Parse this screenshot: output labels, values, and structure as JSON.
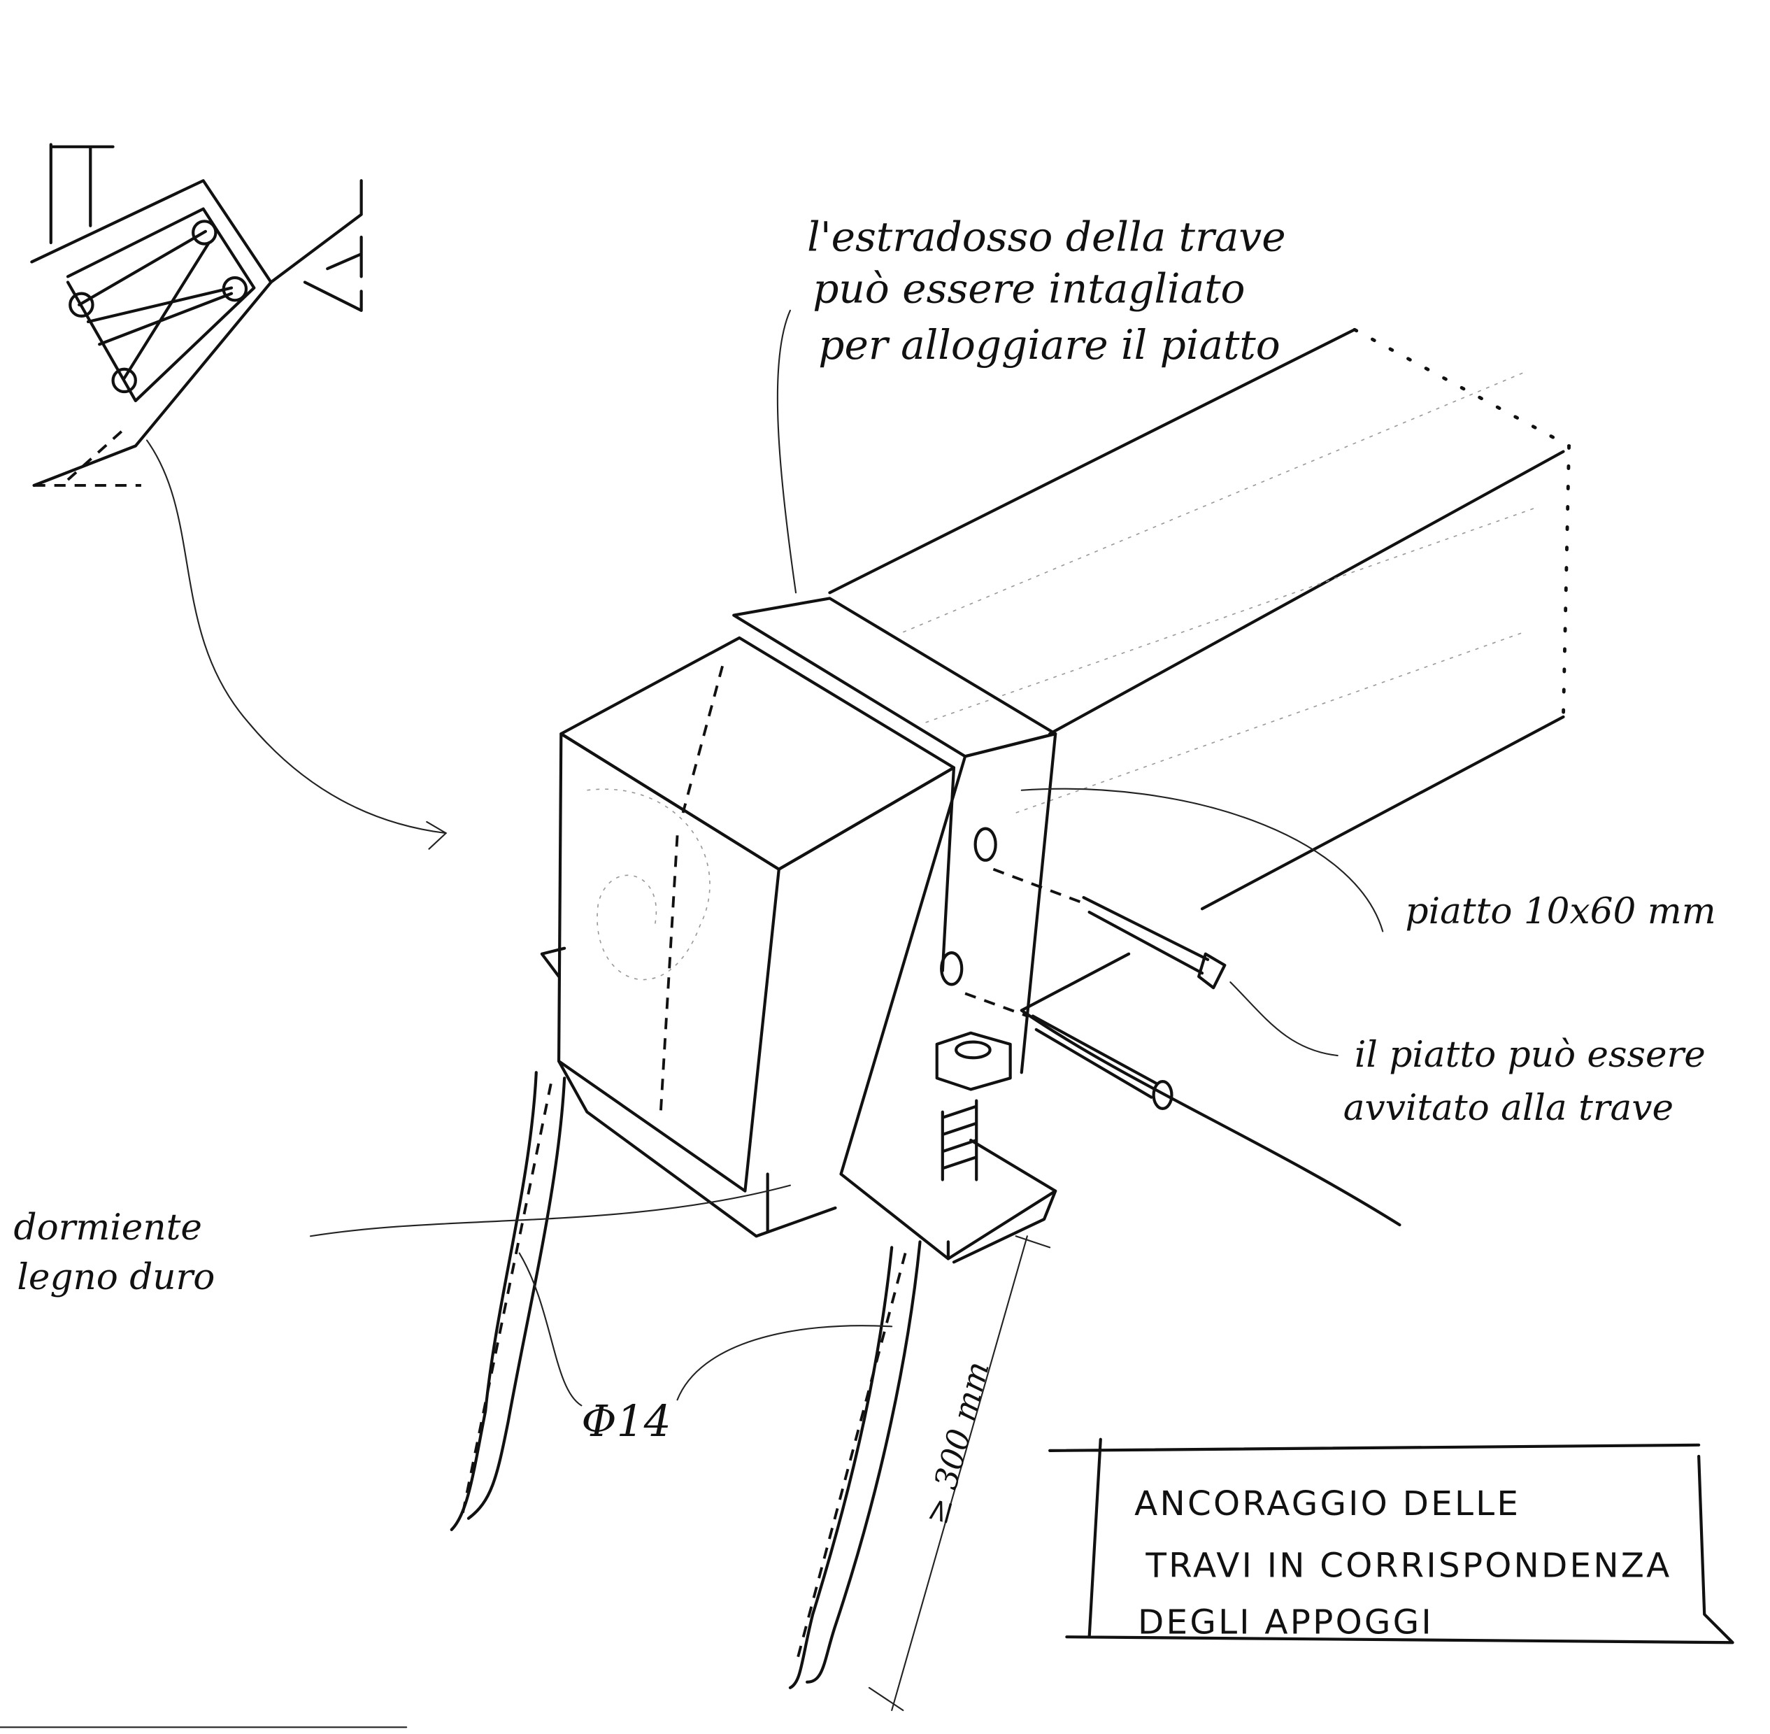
{
  "notes": {
    "beam_top": [
      "l'estradosso della trave",
      "può essere intagliato",
      "per alloggiare il piatto"
    ],
    "plate": "piatto 10x60 mm",
    "screw": [
      "il piatto può essere",
      "avvitato alla trave"
    ],
    "sill": [
      "dormiente",
      "legno duro"
    ],
    "rod_diameter": "Φ14",
    "rod_length": "≥ 300 mm"
  },
  "title_box": {
    "lines": [
      "ANCORAGGIO DELLE",
      "TRAVI IN CORRISPONDENZA",
      "DEGLI APPOGGI"
    ]
  }
}
